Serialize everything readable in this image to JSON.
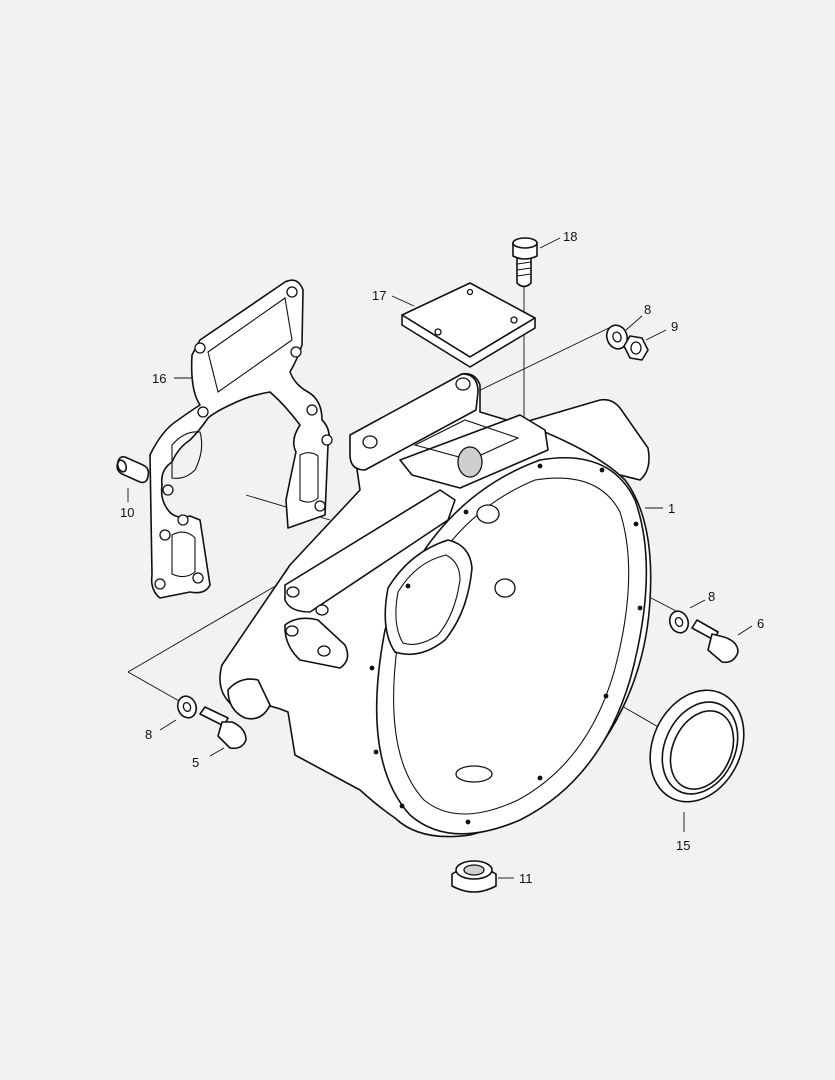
{
  "callouts": {
    "c1": "1",
    "c5": "5",
    "c6": "6",
    "c8a": "8",
    "c8b": "8",
    "c8c": "8",
    "c9": "9",
    "c10": "10",
    "c11": "11",
    "c15": "15",
    "c16": "16",
    "c17": "17",
    "c18": "18"
  }
}
